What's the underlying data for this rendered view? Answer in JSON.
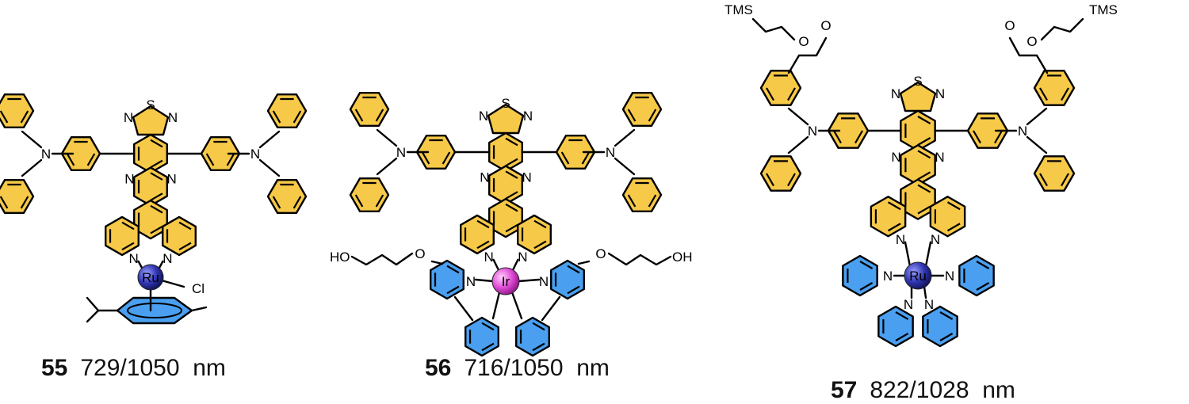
{
  "compounds": [
    {
      "number": "55",
      "wavelengths": "729/1050",
      "unit": "nm",
      "metal": "Ru",
      "ligand_labels": {
        "chloride": "Cl"
      }
    },
    {
      "number": "56",
      "wavelengths": "716/1050",
      "unit": "nm",
      "metal": "Ir",
      "ligand_labels": {
        "hydroxyl_left": "HO",
        "hydroxyl_right": "OH",
        "ether_oxygen": "O"
      }
    },
    {
      "number": "57",
      "wavelengths": "822/1028",
      "unit": "nm",
      "metal": "Ru",
      "ligand_labels": {
        "silyl_left": "TMS",
        "silyl_right": "TMS",
        "oxygen": "O"
      }
    }
  ],
  "atom_labels": {
    "sulfur": "S",
    "nitrogen": "N"
  },
  "colors": {
    "core_rings": "#f7c948",
    "ancillary_rings": "#4a9ff0",
    "ruthenium": "#2b2f9e",
    "iridium": "#e040d8"
  }
}
